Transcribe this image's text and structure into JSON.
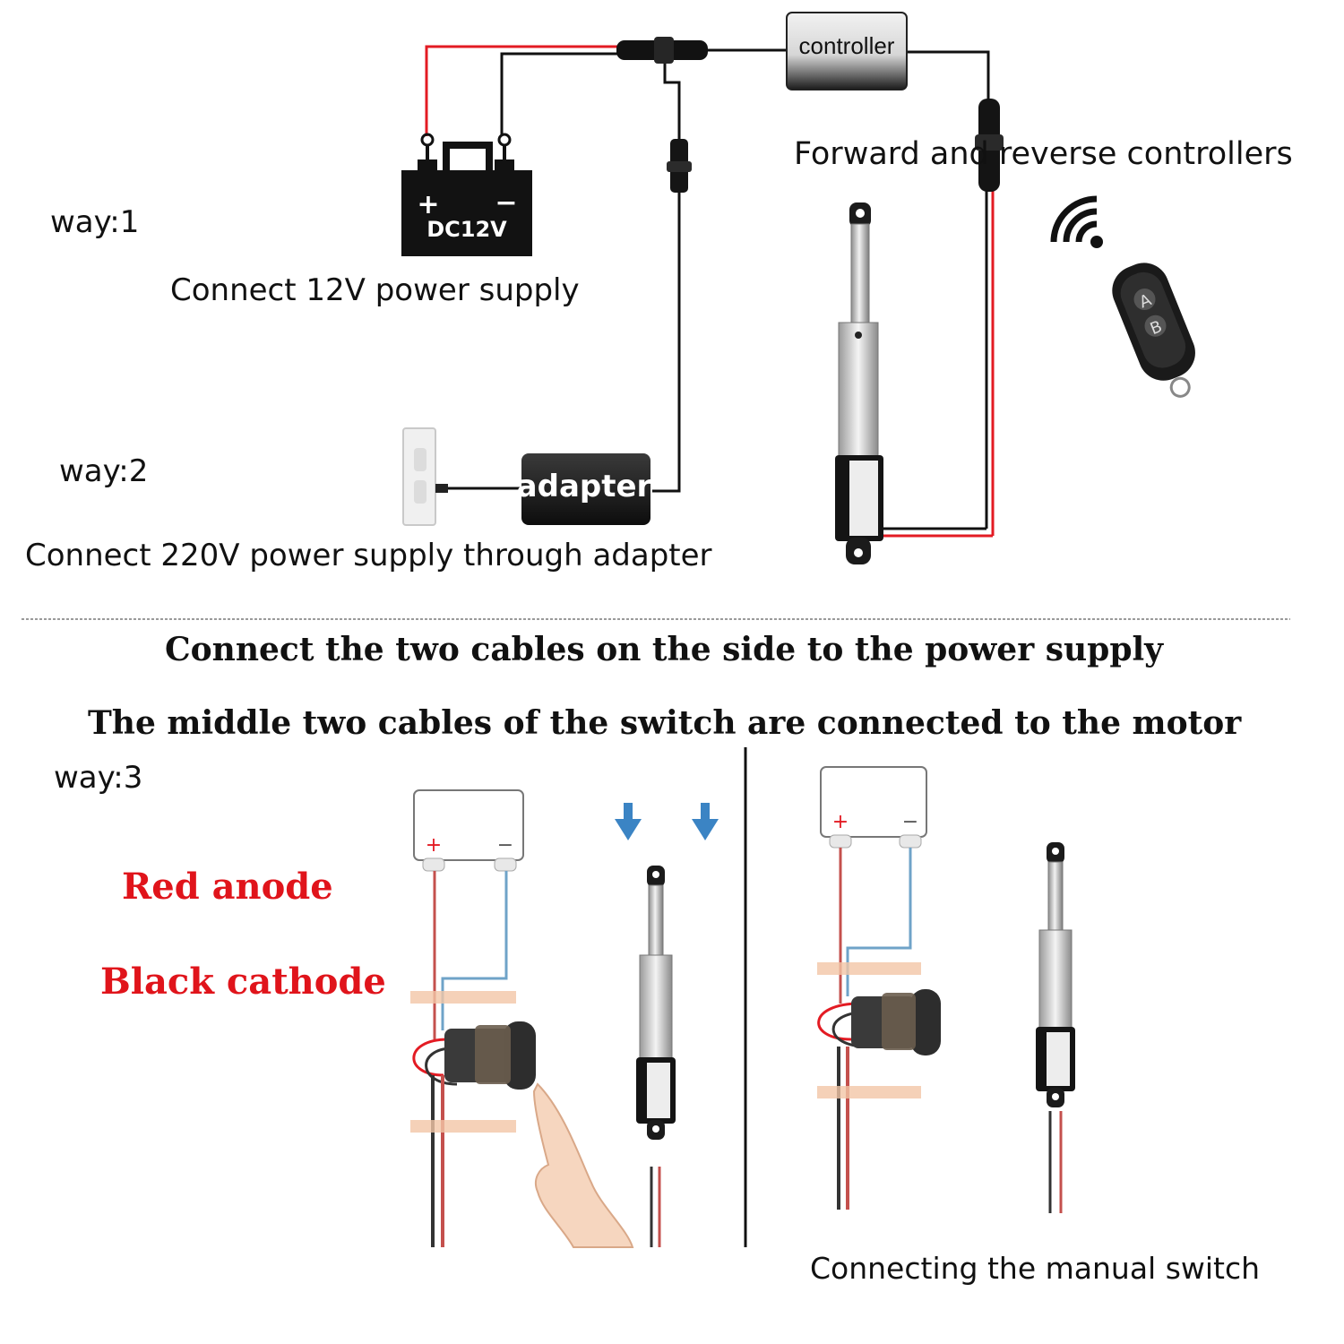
{
  "top": {
    "controller_label": "controller",
    "fr_controllers_label": "Forward and reverse controllers",
    "way1": "way:1",
    "way2": "way:2",
    "battery_plus": "+",
    "battery_minus": "−",
    "battery_label": "DC12V",
    "connect_12v": "Connect 12V power supply",
    "adapter_label": "adapter",
    "connect_220v": "Connect 220V power supply through adapter",
    "remote_a": "A",
    "remote_b": "B"
  },
  "bottom": {
    "instruction_1": "Connect the two cables on the side to the power supply",
    "instruction_2": "The middle two cables of the switch are connected to the motor",
    "way3": "way:3",
    "red_anode": "Red anode",
    "black_cathode": "Black cathode",
    "supply_plus": "+",
    "supply_minus": "−",
    "connecting_manual_switch": "Connecting the manual switch"
  },
  "colors": {
    "red_wire": "#e31b23",
    "black_wire": "#111111",
    "blue_wire": "#6fa3c8",
    "label_red": "#e0141b",
    "arrow_blue": "#3b84c4"
  }
}
